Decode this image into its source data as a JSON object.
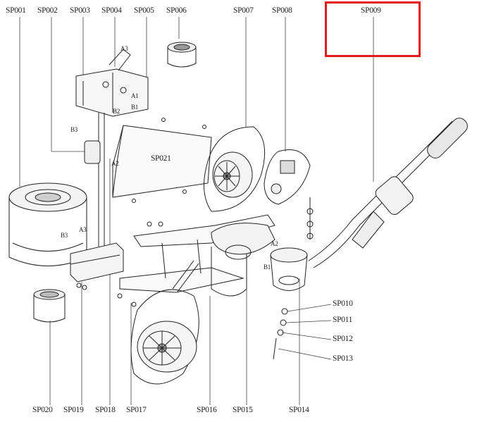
{
  "diagram": {
    "top_labels": [
      "SP001",
      "SP002",
      "SP003",
      "SP004",
      "SP005",
      "SP006",
      "SP007",
      "SP008",
      "SP009"
    ],
    "right_labels": [
      "SP010",
      "SP011",
      "SP012",
      "SP013"
    ],
    "bottom_labels": [
      "SP020",
      "SP019",
      "SP018",
      "SP017",
      "SP016",
      "SP015",
      "SP014"
    ],
    "inner_labels": [
      "SP021"
    ],
    "callouts": [
      "A3",
      "A1",
      "B1",
      "B2",
      "B3",
      "A2",
      "A3",
      "B3",
      "B1",
      "A2"
    ],
    "highlighted_label": "SP009",
    "highlight_color": "#e21c1c"
  }
}
